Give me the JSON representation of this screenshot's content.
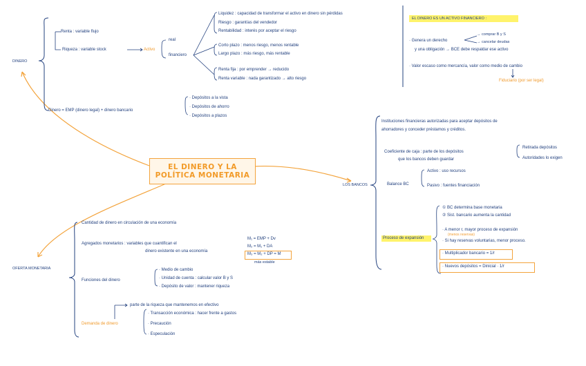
{
  "center": {
    "line1": "EL DINERO Y LA",
    "line2": "POLÍTICA MONETARIA"
  },
  "dinero": {
    "label": "DINERO",
    "renta": "Renta : variable flujo",
    "riqueza": "Riqueza : variable stock",
    "activo": "Activo",
    "real": "real",
    "financiero": "financiero",
    "liquidez": "Liquidez : capacidad de transformar el activo en dinero sin pérdidas",
    "riesgo": "Riesgo : garantías del vendedor",
    "rentabilidad": "Rentabilidad : interés por aceptar el riesgo",
    "corto": "Corto plazo : menos riesgo, menos rentable",
    "largo": "Largo plazo : más riesgo, más rentable",
    "renta_fija": "Renta fija : por emprender → reducido",
    "renta_variable": "Renta variable : nada garantizado → alto riesgo",
    "formula": "Dinero = EMP (dinero legal) + dinero bancario",
    "dep1": "· Depósitos a la vista",
    "dep2": "· Depósitos de ahorro",
    "dep3": "· Depósitos a plazos"
  },
  "activo_financiero": {
    "header": "EL DINERO ES UN ACTIVO FINANCIERO :",
    "b1a": "· Genera un derecho",
    "b1b": "y una obligación → BCE debe respaldar ese activo",
    "b1c": "→ comprar B y S",
    "b1d": "→ cancelar deudas",
    "b2": "· Valor escaso como mercancía, valor como medio de cambio",
    "b2b": "Fiduciario (por ser legal)"
  },
  "bancos": {
    "label": "LOS BANCOS",
    "intro1": "Instituciones financieras autorizadas para aceptar depósitos de",
    "intro2": "ahorradores y conceder préstamos y créditos.",
    "coef1": "Coeficiente de caja : parte de los depósitos",
    "coef2": "que los bancos deben guardar",
    "coef_r1": "Retirada depósitos",
    "coef_r2": "Autoridades lo exigen",
    "balance": "Balance BC",
    "activo": "Activo : uso recursos",
    "pasivo": "Pasivo : fuentes financiación",
    "proceso": "Proceso de expansión",
    "p1": "① BC determina base monetaria",
    "p2": "② Sist. bancario aumenta la cantidad",
    "p3": "· A menor r, mayor proceso de expansión",
    "p3b": "(menos reservas)",
    "p4": "· Si hay reservas voluntarias, menor proceso.",
    "p5": "· Multiplicador bancario = 1/r",
    "p6": "· Nuevos depósitos = Dinicial · 1/r"
  },
  "oferta": {
    "label": "OFERTA MONETARIA",
    "cantidad": "Cantidad de dinero en circulación de una economía",
    "agregados1": "Agregados monetarios : variables que cuantifican el",
    "agregados2": "dinero existente en una economía",
    "m1": "M₁ = EMP + Dv",
    "m2": "M₂ = M₁ + DA",
    "m3": "M₃ = M₂ + DP = M",
    "m3b": "más estable",
    "funciones": "Funciones del dinero",
    "f1": "· Medio de cambio",
    "f2": "· Unidad de cuenta : calcular valor B y S",
    "f3": "· Depósito de valor : mantener riqueza",
    "parte": "parte de la riqueza que mantenemos en efectivo",
    "demanda": "Demanda de dinero",
    "d1": "· Transacción económica : hacer frente a gastos",
    "d2": "· Precaución",
    "d3": "· Especulación"
  }
}
